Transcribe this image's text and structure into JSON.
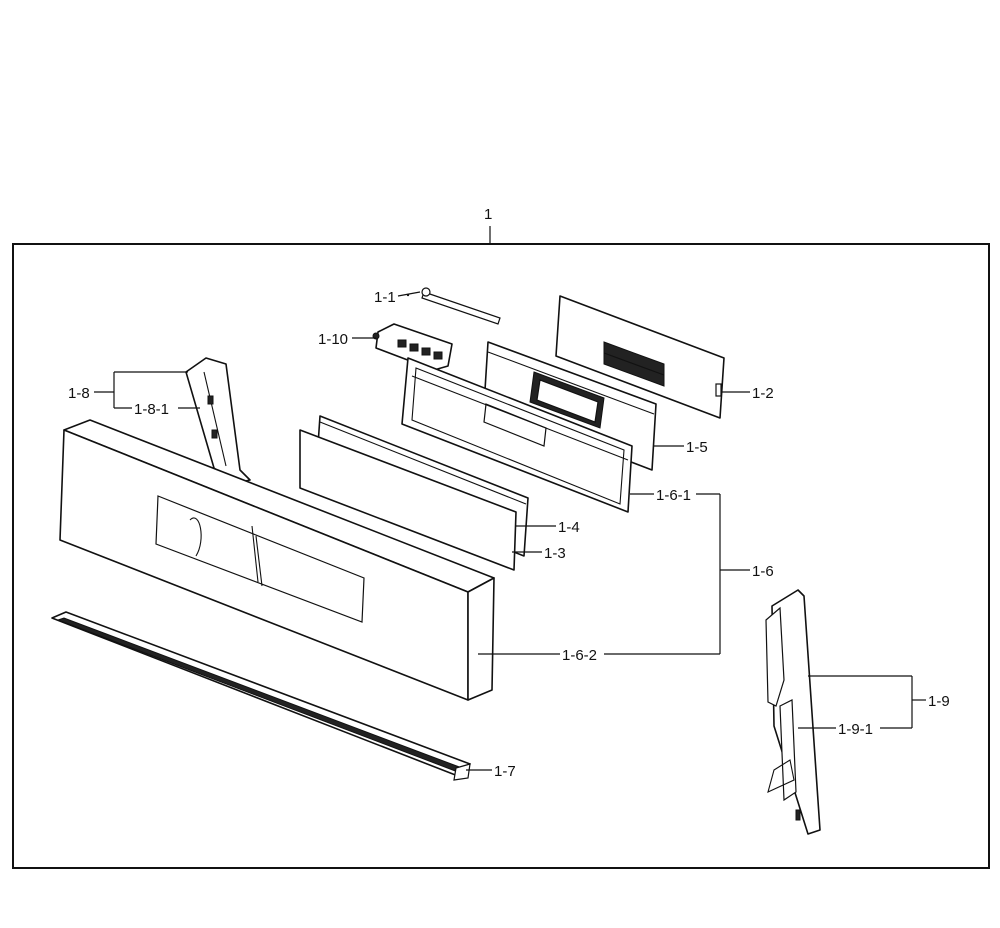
{
  "assembly_label": "1",
  "labels": {
    "p1_1": "1-1",
    "p1_10": "1-10",
    "p1_2": "1-2",
    "p1_5": "1-5",
    "p1_8": "1-8",
    "p1_8_1": "1-8-1",
    "p1_6_1": "1-6-1",
    "p1_4": "1-4",
    "p1_3": "1-3",
    "p1_6": "1-6",
    "p1_6_2": "1-6-2",
    "p1_9": "1-9",
    "p1_9_1": "1-9-1",
    "p1_7": "1-7"
  }
}
